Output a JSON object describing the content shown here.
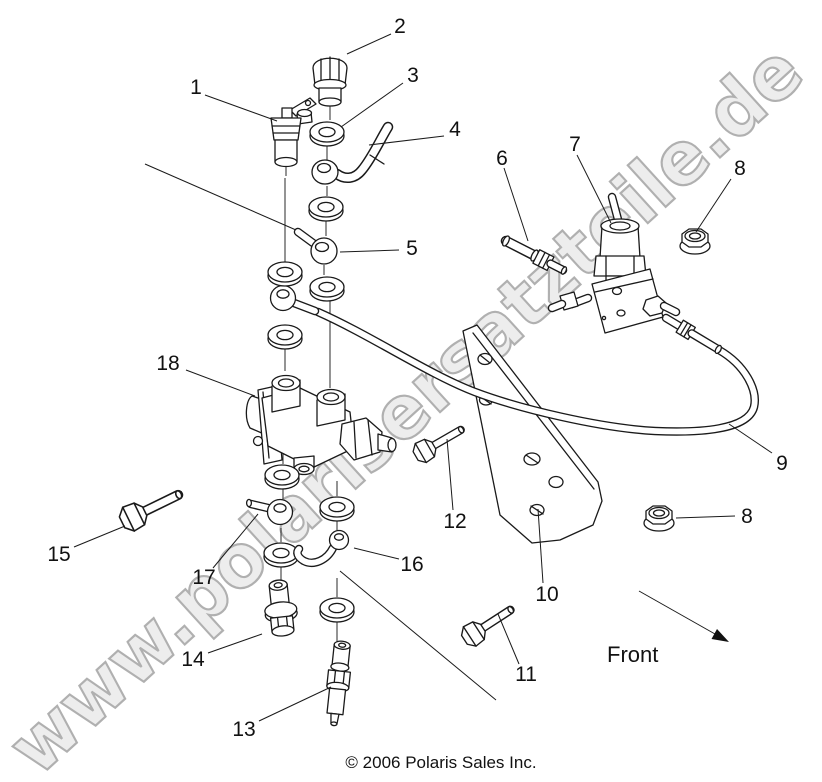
{
  "watermark": {
    "text": "www.polarisersatzteile.de"
  },
  "footer": {
    "copyright": "© 2006 Polaris Sales Inc."
  },
  "orientation": {
    "front_label": "Front"
  },
  "colors": {
    "background": "#ffffff",
    "line": "#1a1a1a",
    "watermark_fill": "#ededed",
    "watermark_stroke": "#b0b0b0"
  },
  "callouts": [
    {
      "label": "1"
    },
    {
      "label": "2"
    },
    {
      "label": "3"
    },
    {
      "label": "4"
    },
    {
      "label": "5"
    },
    {
      "label": "6"
    },
    {
      "label": "7"
    },
    {
      "label": "8"
    },
    {
      "label": "9"
    },
    {
      "label": "10"
    },
    {
      "label": "11"
    },
    {
      "label": "12"
    },
    {
      "label": "13"
    },
    {
      "label": "14"
    },
    {
      "label": "15"
    },
    {
      "label": "16"
    },
    {
      "label": "17"
    },
    {
      "label": "18"
    },
    {
      "label": "8"
    }
  ]
}
